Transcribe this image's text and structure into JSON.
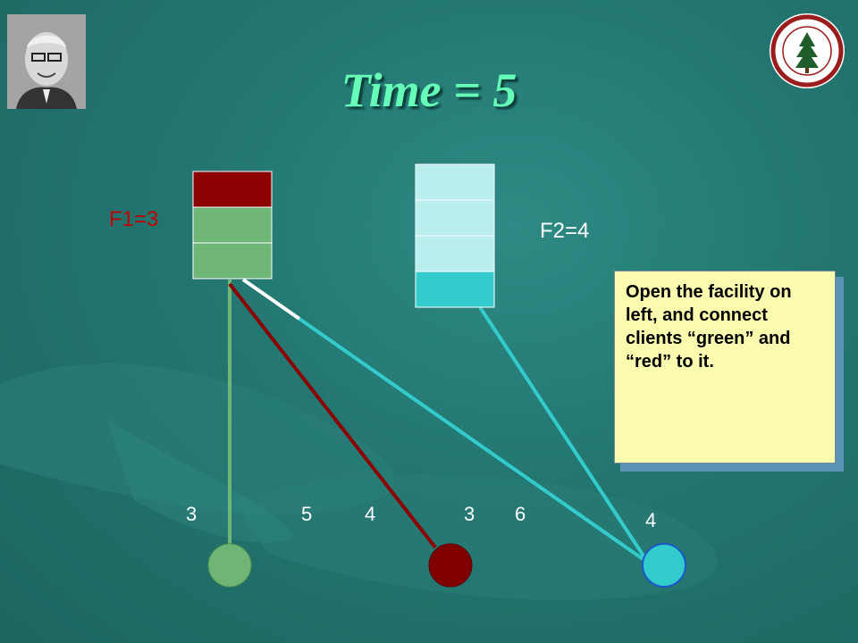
{
  "slide": {
    "title": "Time = 5"
  },
  "diagram": {
    "facilities": [
      {
        "label": "F1=3",
        "cells": [
          "#8b0000",
          "#6fb575",
          "#6fb575"
        ]
      },
      {
        "label": "F2=4",
        "cells": [
          "#b9eeee",
          "#b9eeee",
          "#b9eeee",
          "#33cccc"
        ]
      }
    ],
    "clients": [
      {
        "color": "#6fb575"
      },
      {
        "color": "#800000"
      },
      {
        "color": "#33cccc"
      }
    ],
    "edge_labels": [
      "3",
      "5",
      "4",
      "3",
      "6",
      "4"
    ],
    "colors": {
      "green_edge": "#6fb575",
      "red_edge": "#8b0000",
      "cyan_edge": "#33cccc",
      "white_edge": "#ffffff",
      "title": "#66ffb8"
    }
  },
  "callout": {
    "text": "Open the facility on left, and connect clients “green” and “red” to it."
  },
  "images": {
    "portrait": "portrait-photo",
    "seal": "university-seal-logo"
  }
}
